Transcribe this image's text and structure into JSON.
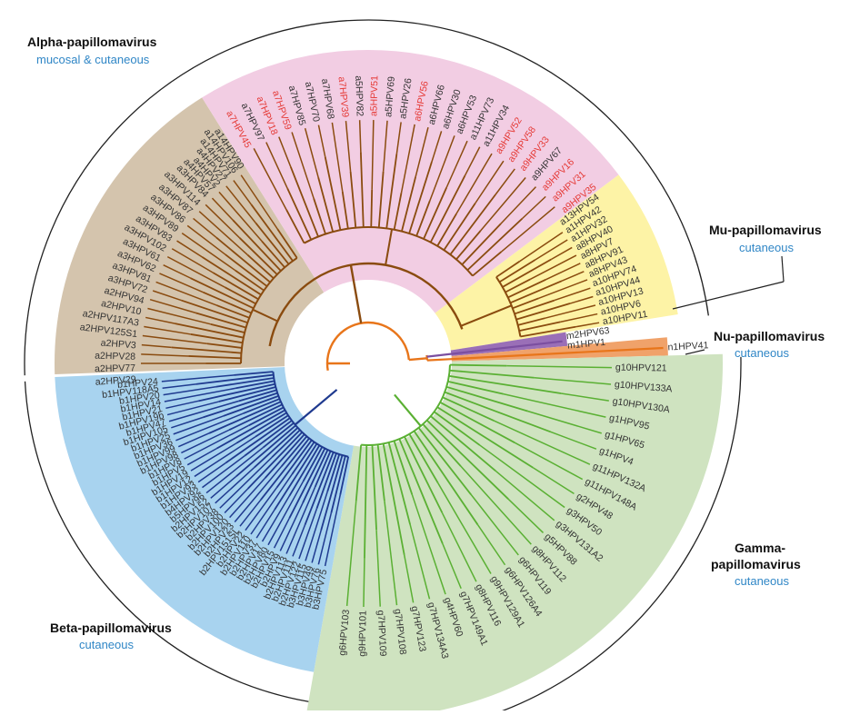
{
  "genera": [
    {
      "key": "alpha",
      "title": "Alpha-papillomavirus",
      "subtitle": "mucosal & cutaneous",
      "sector_color": "#d4c4ad",
      "branch_color": "#8a4b0f"
    },
    {
      "key": "alpha_pink",
      "title": "",
      "subtitle": "",
      "sector_color": "#f2cde3",
      "branch_color": "#8a4b0f"
    },
    {
      "key": "alpha_yellow",
      "title": "",
      "subtitle": "",
      "sector_color": "#fdf3a6",
      "branch_color": "#8a4b0f"
    },
    {
      "key": "mu",
      "title": "Mu-papillomavirus",
      "subtitle": "cutaneous",
      "sector_color": "#9a6fb7",
      "branch_color": "#e8751a"
    },
    {
      "key": "nu",
      "title": "Nu-papillomavirus",
      "subtitle": "cutaneous",
      "sector_color": "#f0a26a",
      "branch_color": "#e8751a"
    },
    {
      "key": "gamma",
      "title": "Gamma-papillomavirus",
      "title_line1": "Gamma-",
      "title_line2": "papillomavirus",
      "subtitle": "cutaneous",
      "sector_color": "#cfe3c0",
      "branch_color": "#5ab033"
    },
    {
      "key": "beta",
      "title": "Beta-papillomavirus",
      "subtitle": "cutaneous",
      "sector_color": "#a8d3ef",
      "branch_color": "#1f3a8f"
    }
  ],
  "leaves": {
    "tan_a3_a2": [
      "a2HPV29",
      "a2HPV77",
      "a2HPV28",
      "a2HPV3",
      "a2HPV125S1",
      "a2HPV117A3",
      "a2HPV10",
      "a2HPV94",
      "a3HPV72",
      "a3HPV81",
      "a3HPV62",
      "a3HPV61",
      "a3HPV102",
      "a3HPV83",
      "a3HPV89",
      "a3HPV86",
      "a3HPV87",
      "a3HPV114",
      "a3HPV84"
    ],
    "tan_a4_a14": [
      "a4HPV57",
      "a4HPV2",
      "a4HPV27",
      "a14HPV71",
      "a14HPV106",
      "a14HPV90"
    ],
    "pink": [
      {
        "name": "a7HPV45",
        "red": true
      },
      {
        "name": "a7HPV97",
        "red": false
      },
      {
        "name": "a7HPV18",
        "red": true
      },
      {
        "name": "a7HPV59",
        "red": true
      },
      {
        "name": "a7HPV85",
        "red": false
      },
      {
        "name": "a7HPV70",
        "red": false
      },
      {
        "name": "a7HPV68",
        "red": false
      },
      {
        "name": "a7HPV39",
        "red": true
      },
      {
        "name": "a5HPV82",
        "red": false
      },
      {
        "name": "a5HPV51",
        "red": true
      },
      {
        "name": "a5HPV69",
        "red": false
      },
      {
        "name": "a5HPV26",
        "red": false
      },
      {
        "name": "a6HPV56",
        "red": true
      },
      {
        "name": "a6HPV66",
        "red": false
      },
      {
        "name": "a6HPV30",
        "red": false
      },
      {
        "name": "a6HPV53",
        "red": false
      },
      {
        "name": "a11HPV73",
        "red": false
      },
      {
        "name": "a11HPV34",
        "red": false
      },
      {
        "name": "a9HPV52",
        "red": true
      },
      {
        "name": "a9HPV58",
        "red": true
      },
      {
        "name": "a9HPV33",
        "red": true
      },
      {
        "name": "a9HPV67",
        "red": false
      },
      {
        "name": "a9HPV16",
        "red": true
      },
      {
        "name": "a9HPV31",
        "red": true
      },
      {
        "name": "a9HPV35",
        "red": true
      }
    ],
    "yellow": [
      "a13HPV54",
      "a1HPV42",
      "a1HPV32",
      "a8HPV40",
      "a8HPV7",
      "a8HPV91",
      "a8HPV43",
      "a10HPV74",
      "a10HPV44",
      "a10HPV13",
      "a10HPV6",
      "a10HPV11"
    ],
    "mu": [
      "m2HPV63",
      "m1HPV1"
    ],
    "nu": [
      "n1HPV41"
    ],
    "gamma": [
      "g10HPV121",
      "g10HPV133A",
      "g10HPV130A",
      "g1HPV95",
      "g1HPV65",
      "g1HPV4",
      "g11HPV132A",
      "g11HPV148A",
      "g2HPV48",
      "g3HPV50",
      "g3HPV131A2",
      "g5HPV88",
      "g8HPV112",
      "g6HPV119",
      "g6HPV126A4",
      "g9HPV129A1",
      "g8HPV116",
      "g7HPV149A1",
      "g4HPV60",
      "g7HPV134A3",
      "g7HPV123",
      "g7HPV108",
      "g7HPV109",
      "g9HPV101",
      "g6HPV103"
    ],
    "beta": [
      "b3HPV75",
      "b3HPV76",
      "b3HPV49",
      "b3HPV115",
      "b2HPV122",
      "b2HPV111",
      "b2HPV113",
      "b2HPV9",
      "b2HPV15",
      "b2HPV80",
      "b2HPV17",
      "b2HPV37",
      "b2HPV110",
      "b2HPV22",
      "b2HPV151SL",
      "b2HPV23",
      "b2HPV120",
      "b2HPV100",
      "b2HPV38",
      "b2HPV107",
      "b2HPV152",
      "b5HPV96",
      "b4HPV92",
      "b1HPV93",
      "b1HPV12",
      "b1HPV19",
      "b1HPV5",
      "b1HPV8",
      "b1HPV98",
      "b1HPV99",
      "b1HPV36",
      "b1HPV25",
      "b1HPV105",
      "b1HPV47",
      "b1HPV19b",
      "b1HPV21",
      "b1HPV14",
      "b1HPV20",
      "b1HPV118A5",
      "b1HPV24"
    ]
  },
  "highlight_color": "#e53935",
  "leaf_color": "#333333"
}
